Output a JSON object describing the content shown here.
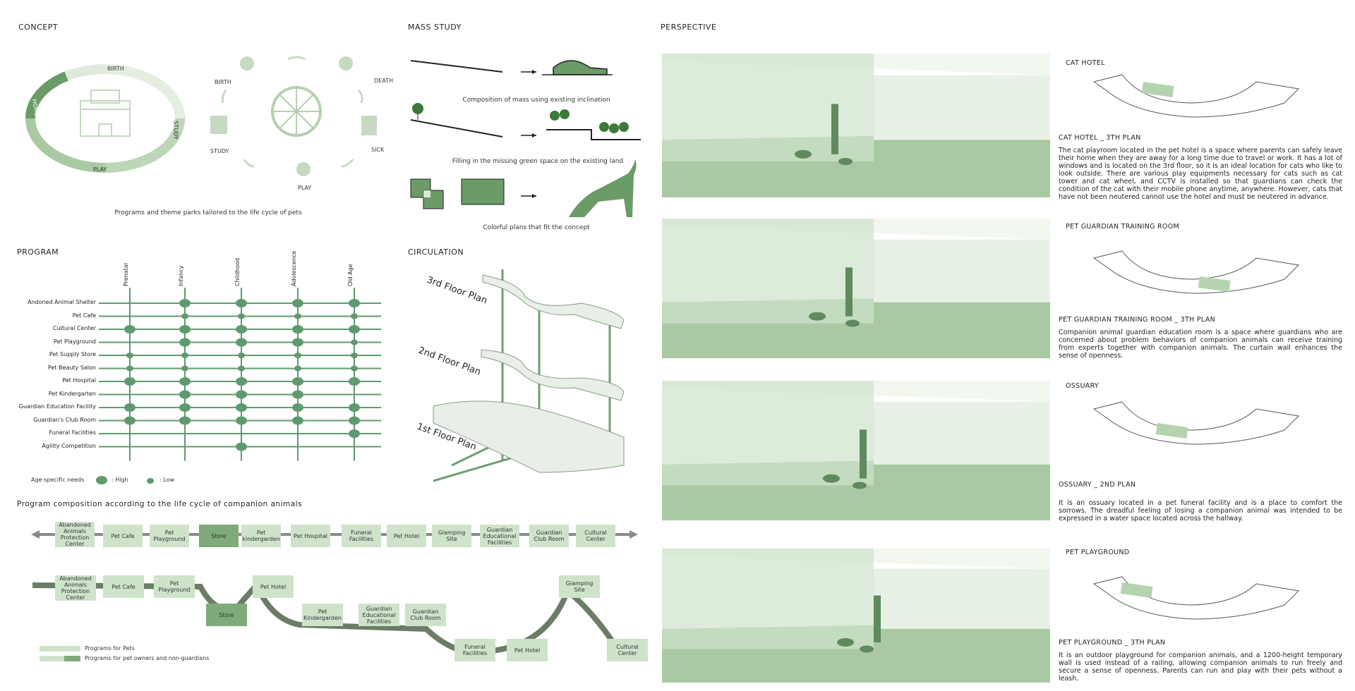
{
  "sections": {
    "concept": "CONCEPT",
    "mass_study": "MASS STUDY",
    "perspective": "PERSPECTIVE",
    "program": "PROGRAM",
    "circulation": "CIRCULATION"
  },
  "concept": {
    "ring_labels": [
      "BIRTH",
      "STUDY",
      "PLAY",
      "HOME"
    ],
    "cycle_labels": [
      "BIRTH",
      "DEATH",
      "SICK",
      "PLAY",
      "STUDY"
    ],
    "caption": "Programs and theme parks tailored to the life cycle of pets"
  },
  "mass": {
    "cap1": "Composition of mass using existing inclination",
    "cap2": "Filling in the missing green space on the existing land",
    "cap3": "Colorful plans that fit the concept"
  },
  "program": {
    "stages": [
      "Prenatal",
      "Infancy",
      "Childhood",
      "Adolescence",
      "Old Age"
    ],
    "rows": [
      {
        "name": "Andoned Animal Shelter",
        "marks": [
          0,
          2,
          2,
          2,
          2
        ]
      },
      {
        "name": "Pet Cafe",
        "marks": [
          0,
          1,
          1,
          1,
          1
        ]
      },
      {
        "name": "Cultural Center",
        "marks": [
          2,
          2,
          2,
          2,
          2
        ]
      },
      {
        "name": "Pet Playground",
        "marks": [
          0,
          2,
          2,
          2,
          1
        ]
      },
      {
        "name": "Pet Supply Store",
        "marks": [
          1,
          1,
          1,
          1,
          1
        ]
      },
      {
        "name": "Pet Beauty Salon",
        "marks": [
          1,
          1,
          1,
          1,
          1
        ]
      },
      {
        "name": "Pet Hospital",
        "marks": [
          2,
          2,
          2,
          2,
          2
        ]
      },
      {
        "name": "Pet Kindergarten",
        "marks": [
          0,
          2,
          2,
          2,
          0
        ]
      },
      {
        "name": "Guardian Education Facility",
        "marks": [
          2,
          2,
          2,
          2,
          2
        ]
      },
      {
        "name": "Guardian's Club Room",
        "marks": [
          2,
          2,
          2,
          2,
          2
        ]
      },
      {
        "name": "Funeral Facilities",
        "marks": [
          0,
          0,
          0,
          0,
          2
        ]
      },
      {
        "name": "Agility Competition",
        "marks": [
          0,
          0,
          2,
          0,
          0
        ]
      }
    ],
    "legend_label": "Age-specific needs",
    "legend_high": ": High",
    "legend_low": ": Low"
  },
  "circulation": {
    "floors": [
      "3rd Floor Plan",
      "2nd Floor Plan",
      "1st Floor Plan"
    ]
  },
  "composition": {
    "title": "Program composition according to the life cycle of companion animals",
    "row1": [
      "Abandoned Animals Protection Center",
      "Pet Cafe",
      "Pet Playground",
      "Store",
      "Pet kindergarden",
      "Pet Hospital",
      "Funeral Facilities",
      "Pet Hotel",
      "Glamping Site",
      "Guardian Educational Facilities",
      "Guardian Club Room",
      "Cultural Center"
    ],
    "row2": [
      "Abandoned Animals Protection Center",
      "Pet Cafe",
      "Pet Playground",
      "Store",
      "Pet Hotel",
      "Pet Kindergarden",
      "Guardian Educational Facilities",
      "Guardian Club Room",
      "Funeral Facilities",
      "Pet Hotel",
      "Glamping Site",
      "Cultural Center"
    ],
    "legend1": "Programs for Pets",
    "legend2": "Programs for pet owners and non-guardians"
  },
  "perspectives": [
    {
      "title": "CAT HOTEL",
      "subtitle": "CAT HOTEL _ 3TH PLAN",
      "text": "The cat playroom located in the pet hotel is a space where parents can safely leave their home when they are away for a long time due to travel or work. It has a lot of windows and is located on the 3rd floor, so it is an ideal location for cats who like to look outside. There are various play equipments necessary for cats such as cat tower and cat wheel, and CCTV is installed so that guardians can check the condition of the cat with their mobile phone anytime, anywhere. However, cats that have not been neutered cannot use the hotel and must be neutered in advance."
    },
    {
      "title": "PET GUARDIAN TRAINING ROOM",
      "subtitle": "PET GUARDIAN TRAINING ROOM _ 3TH PLAN",
      "text": "Companion animal guardian education room is a space where guardians who are concerned about problem behaviors of companion animals can receive training from experts together with companion animals. The curtain wall enhances the sense of openness."
    },
    {
      "title": "OSSUARY",
      "subtitle": "OSSUARY _ 2ND PLAN",
      "text": "It is an ossuary located in a pet funeral facility and is a place to comfort the sorrows. The dreadful feeling of losing a companion animal was intended to be expressed in a water space located across the hallway."
    },
    {
      "title": "PET PLAYGROUND",
      "subtitle": "PET PLAYGROUND _ 3TH PLAN",
      "text": "It is an outdoor playground for companion animals, and a 1200-height temporary wall is used instead of a railing, allowing companion animals to run freely and secure a sense of openness. Parents can run and play with their pets without a leash."
    }
  ]
}
